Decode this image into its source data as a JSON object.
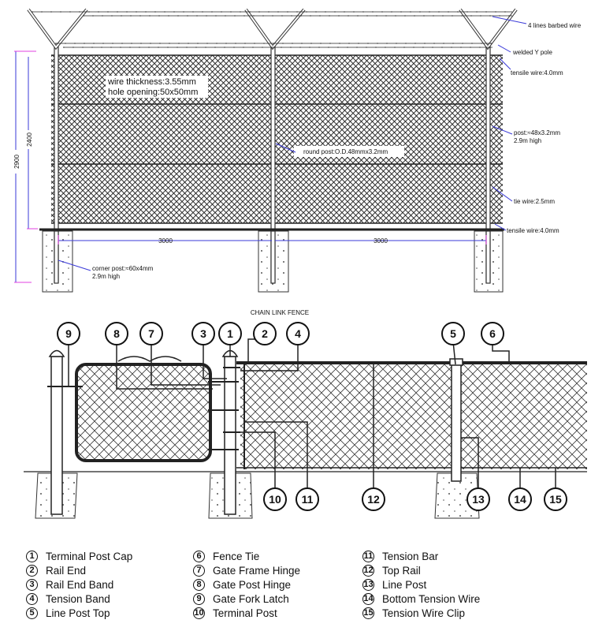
{
  "top_diagram": {
    "labels": {
      "barbed_wire": "4 lines barbed wire",
      "y_pole": "welded Y pole",
      "tensile_top": "tensile wire:4.0mm",
      "post": "post:≈48x3.2mm",
      "post_height": "2.9m high",
      "round_post": "round post:O.D.48mmx3.2mm",
      "tie_wire": "tie wire:2.5mm",
      "tensile_bottom": "tensile wire:4.0mm",
      "corner_post": "corner post:≈60x4mm",
      "corner_height": "2.9m high",
      "wire_thickness": "wire thickness:3.55mm",
      "hole_opening": "hole opening:50x50mm",
      "dim_2900": "2900",
      "dim_2400": "2400",
      "span_left": "3000",
      "span_right": "3000"
    },
    "caption": "CHAIN LINK FENCE",
    "colors": {
      "dimension": "#3a3ad8",
      "dim_tick": "#e040e0",
      "clip": "#2ac0c0"
    }
  },
  "bottom_diagram": {
    "callouts_top": [
      "9",
      "8",
      "7",
      "3",
      "1",
      "2",
      "4",
      "5",
      "6"
    ],
    "callouts_bottom": [
      "10",
      "11",
      "12",
      "13",
      "14",
      "15"
    ]
  },
  "legend": [
    {
      "num": "1",
      "label": "Terminal Post Cap"
    },
    {
      "num": "2",
      "label": "Rail End"
    },
    {
      "num": "3",
      "label": "Rail End Band"
    },
    {
      "num": "4",
      "label": "Tension Band"
    },
    {
      "num": "5",
      "label": "Line Post Top"
    },
    {
      "num": "6",
      "label": "Fence Tie"
    },
    {
      "num": "7",
      "label": "Gate Frame Hinge"
    },
    {
      "num": "8",
      "label": "Gate Post Hinge"
    },
    {
      "num": "9",
      "label": "Gate Fork Latch"
    },
    {
      "num": "10",
      "label": "Terminal Post"
    },
    {
      "num": "11",
      "label": "Tension Bar"
    },
    {
      "num": "12",
      "label": "Top Rail"
    },
    {
      "num": "13",
      "label": "Line Post"
    },
    {
      "num": "14",
      "label": "Bottom Tension Wire"
    },
    {
      "num": "15",
      "label": "Tension Wire Clip"
    }
  ]
}
